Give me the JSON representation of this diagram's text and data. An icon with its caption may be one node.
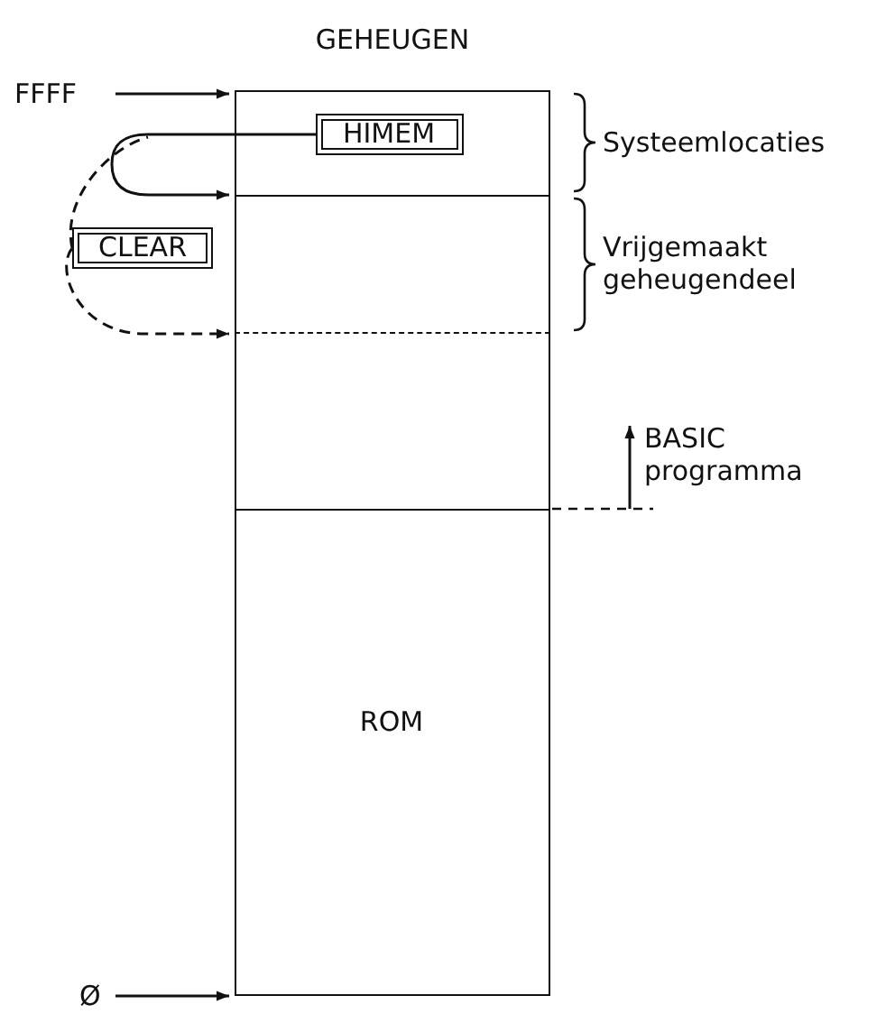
{
  "diagram": {
    "nodes": [
      {
        "text": [
          "FFFF"
        ]
      },
      {
        "text": [
          "GEHEUGEN"
        ]
      },
      {
        "text": [
          "HIMEM"
        ],
        "in": 1
      },
      {
        "text": [],
        "shape": "box",
        "in": 1
      },
      {
        "text": [
          "ROM"
        ],
        "in": 1
      },
      {
        "text": [
          "CLEAR"
        ]
      },
      {
        "text": [
          "Ø"
        ]
      }
    ],
    "edges": [
      {
        "from": 0,
        "to": 1,
        "arrow": "to"
      },
      {
        "from": 2,
        "to": 3,
        "arrow": "to"
      },
      {
        "from": 5,
        "to": 3,
        "arrow": "to",
        "style": "dashed"
      },
      {
        "from": 6,
        "to": 4,
        "arrow": "to"
      }
    ],
    "labels": [
      "Systeemlocaties",
      "Vrijgemaakt geheugendeel",
      "BASIC programma"
    ]
  }
}
